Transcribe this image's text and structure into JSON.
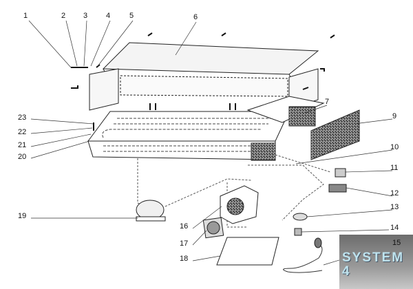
{
  "title": "Exploded parts diagram",
  "labels": [
    "1",
    "2",
    "3",
    "4",
    "5",
    "6",
    "7",
    "9",
    "10",
    "11",
    "12",
    "13",
    "14",
    "15",
    "16",
    "17",
    "18",
    "19",
    "20",
    "21",
    "22",
    "23"
  ],
  "logo": {
    "text": "SYSTEM 4"
  },
  "colors": {
    "line": "#222222",
    "hatch": "#555555",
    "logo_bg": "#8a8a8a",
    "logo_text": "#bfe3ee"
  }
}
